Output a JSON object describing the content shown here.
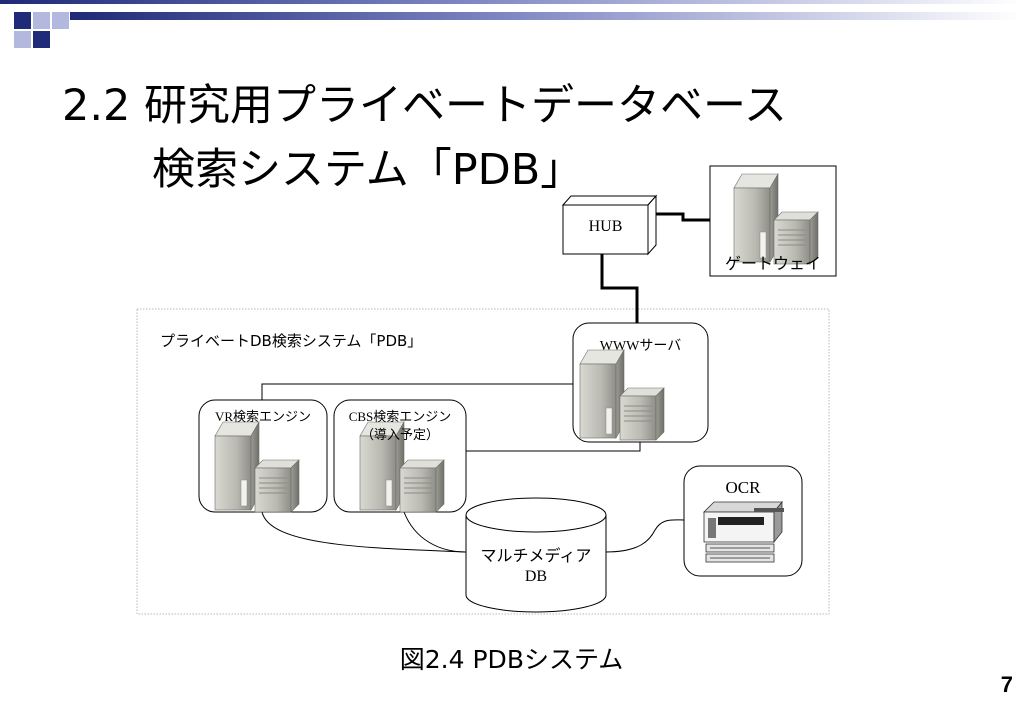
{
  "slide": {
    "title_line1": "2.2  研究用プライベートデータベース",
    "title_line2": "検索システム「PDB」",
    "caption": "図2.4   PDBシステム",
    "page_number": "7"
  },
  "diagram": {
    "hub_label": "HUB",
    "gateway_label": "ゲートウェイ",
    "system_label": "プライベートDB検索システム「PDB」",
    "www_label": "WWWサーバ",
    "vr_label": "VR検索エンジン",
    "cbs_label_line1": "CBS検索エンジン",
    "cbs_label_line2": "（導入予定）",
    "db_label_line1": "マルチメディア",
    "db_label_line2": "DB",
    "ocr_label": "OCR"
  },
  "colors": {
    "header_navy": "#1f2a78",
    "header_lavender": "#b3b8de",
    "server_gray": "#bcbcb4"
  }
}
